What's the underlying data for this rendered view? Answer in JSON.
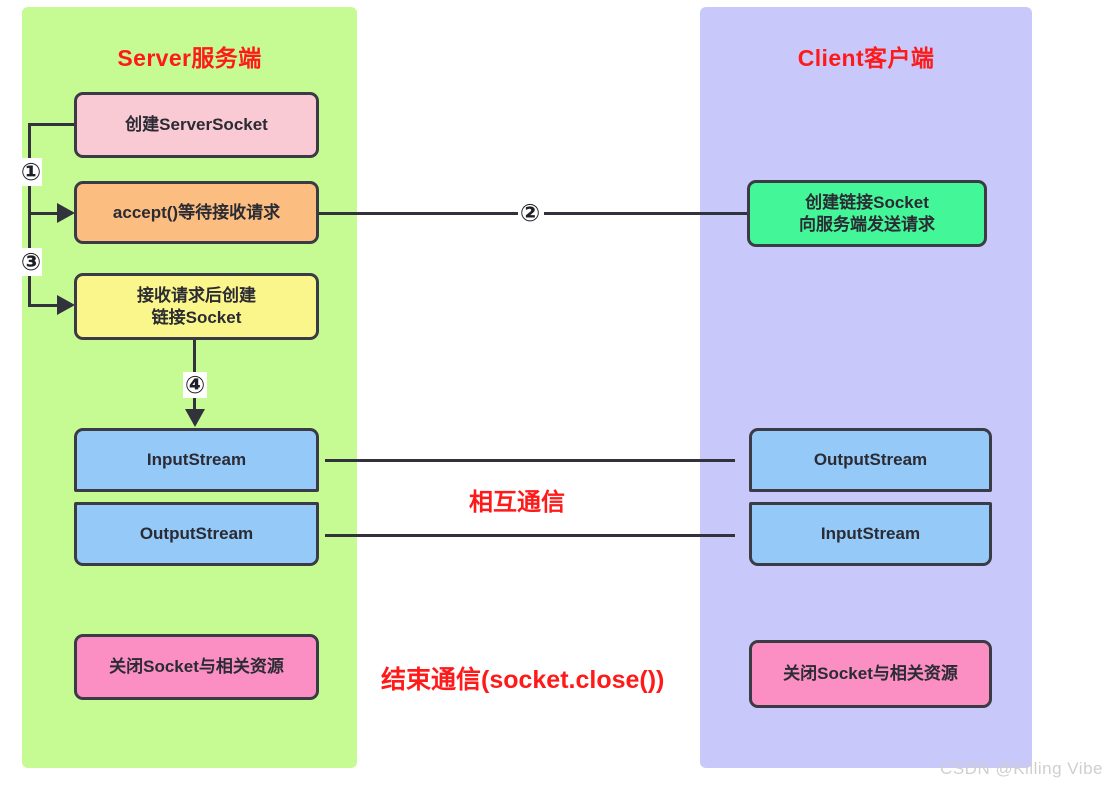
{
  "diagram": {
    "title_server": "Server服务端",
    "title_client": "Client客户端",
    "watermark": "CSDN @Killing Vibe",
    "colors": {
      "server_panel": "#c6fb93",
      "client_panel": "#c9c8fa",
      "title_red": "#ff1a1a",
      "box_border": "#3b3b46",
      "create_serversocket": "#f9c9d4",
      "accept": "#fbbd80",
      "create_conn_socket": "#fbf68c",
      "stream": "#94c9f8",
      "close": "#fb8fc4",
      "client_connect": "#43f799",
      "connector": "#32323c",
      "watermark": "#cfcfcf"
    }
  },
  "server": {
    "boxes": [
      {
        "id": "create-serversocket",
        "label": "创建ServerSocket"
      },
      {
        "id": "accept-wait",
        "label": "accept()等待接收请求"
      },
      {
        "id": "create-connection-socket",
        "line1": "接收请求后创建",
        "line2": "链接Socket"
      },
      {
        "id": "input-stream",
        "label": "InputStream"
      },
      {
        "id": "output-stream",
        "label": "OutputStream"
      },
      {
        "id": "close-resources",
        "label": "关闭Socket与相关资源"
      }
    ]
  },
  "client": {
    "boxes": [
      {
        "id": "client-create-socket",
        "line1": "创建链接Socket",
        "line2": "向服务端发送请求"
      },
      {
        "id": "output-stream",
        "label": "OutputStream"
      },
      {
        "id": "input-stream",
        "label": "InputStream"
      },
      {
        "id": "close-resources",
        "label": "关闭Socket与相关资源"
      }
    ]
  },
  "steps": {
    "one": "①",
    "two": "②",
    "three": "③",
    "four": "④"
  },
  "annotations": {
    "mutual_communication": "相互通信",
    "end_communication": "结束通信(socket.close())"
  }
}
